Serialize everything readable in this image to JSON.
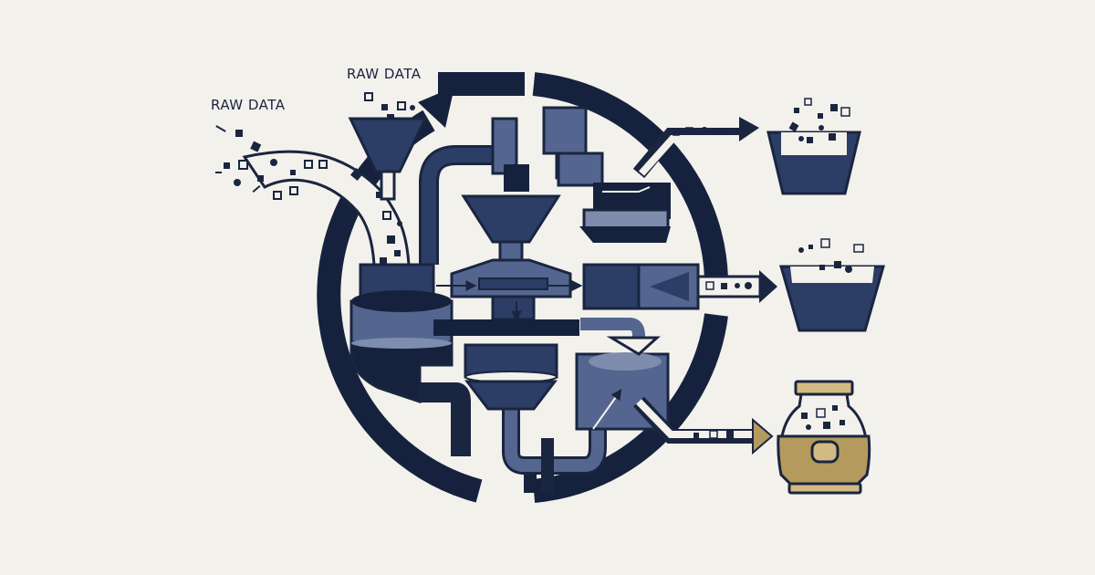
{
  "labels": {
    "raw_data_left": "RAW DATA",
    "raw_data_top": "RAW DATA"
  },
  "colors": {
    "background": "#f3f1ec",
    "navy_dark": "#16223d",
    "navy": "#2c3d66",
    "slate": "#54668f",
    "slate_light": "#7e8cad",
    "gold": "#b49a5d",
    "gold_light": "#d2bb83",
    "outline": "#1a2540",
    "paper": "#f3f1ec"
  },
  "containers": [
    {
      "kind": "open-bin",
      "fill_level": 0.55
    },
    {
      "kind": "open-bin",
      "fill_level": 0.6
    },
    {
      "kind": "jar",
      "fill_level": 0.55
    }
  ]
}
